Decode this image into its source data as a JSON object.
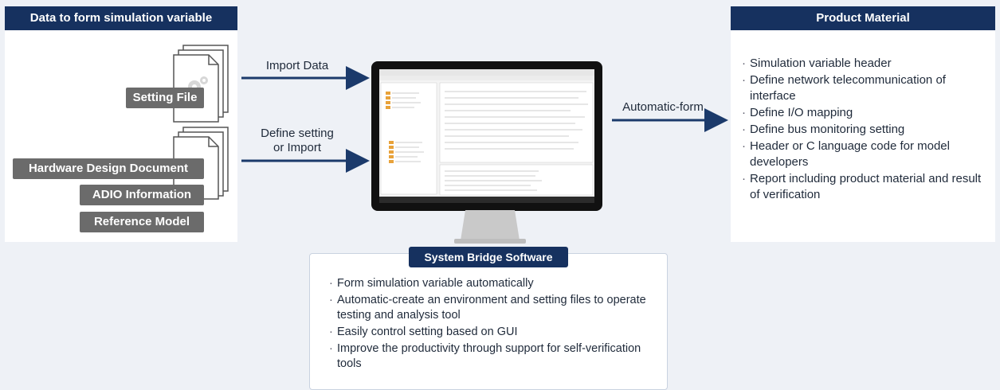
{
  "left_panel": {
    "title": "Data to form simulation variable",
    "labels": {
      "setting_file": "Setting File",
      "hardware_doc": "Hardware Design Document",
      "adio": "ADIO Information",
      "reference_model": "Reference Model"
    }
  },
  "arrows": {
    "import_data": "Import Data",
    "define_setting_line1": "Define setting",
    "define_setting_line2": "or Import",
    "automatic_form": "Automatic-form"
  },
  "right_panel": {
    "title": "Product Material",
    "items": [
      "Simulation variable header",
      "Define network telecommunication of interface",
      "Define I/O mapping",
      "Define bus monitoring setting",
      "Header or C language code for model developers",
      "Report including product material and result of verification"
    ]
  },
  "bottom_panel": {
    "title": "System Bridge Software",
    "items": [
      "Form simulation variable automatically",
      "Automatic-create an environment and setting files to operate testing and analysis tool",
      "Easily control setting based on GUI",
      "Improve the productivity through support for self-verification tools"
    ]
  },
  "colors": {
    "header_navy": "#16315f",
    "label_gray": "#6b6b6b",
    "arrow_navy": "#1b3a6b",
    "background": "#eef1f6"
  }
}
